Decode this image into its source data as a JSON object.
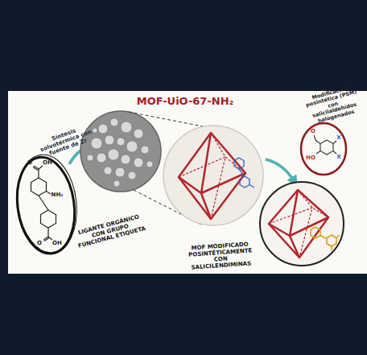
{
  "diagram": {
    "title": "MOF-UiO-67-NH₂",
    "labels": [
      "Síntesis solvotérmica con fuente de Zr",
      "Modificación posintética (PSM) con salicilaldehídos halogenados",
      "LIGANTE ORGÁNICO CON GRUPO FUNCIONAL ETIQUETA",
      "MOF MODIFICADO POSINTÉTICAMENTE CON SALICILENDIMINAS",
      "O",
      "OH",
      "NH₂",
      "O",
      "OH",
      "O",
      "HO",
      "X",
      "X"
    ]
  }
}
